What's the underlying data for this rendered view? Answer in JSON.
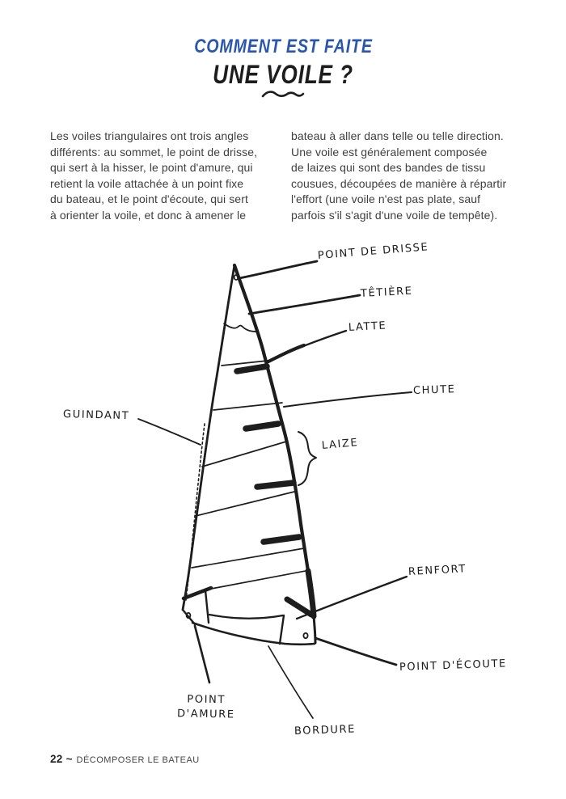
{
  "header": {
    "title_line1": "COMMENT EST FAITE",
    "title_line2": "UNE VOILE ?",
    "title_accent_color": "#2a57ae",
    "ink_color": "#1d1d1d"
  },
  "intro": {
    "col1_lines": [
      "Les voiles triangulaires ont trois angles",
      "différents: au sommet, le point de drisse,",
      "qui sert à la hisser, le point d'amure, qui",
      "retient la voile attachée à un point fixe",
      "du bateau, et le point d'écoute, qui sert",
      "à orienter la voile, et donc à amener le"
    ],
    "col2_lines": [
      "bateau à aller dans telle ou telle direction.",
      "Une voile est généralement composée",
      "de laizes qui sont des bandes de tissu",
      "cousues, découpées de manière à répartir",
      "l'effort (une voile n'est pas plate, sauf",
      "parfois s'il s'agit d'une voile de tempête)."
    ]
  },
  "diagram": {
    "ink_color": "#1d1d1d",
    "labels": {
      "point_de_drisse": "POINT DE DRISSE",
      "tetiere": "TÊTIÈRE",
      "latte": "LATTE",
      "chute": "CHUTE",
      "guindant": "GUINDANT",
      "laize": "LAIZE",
      "renfort": "RENFORT",
      "point_d_ecoute": "POINT D'ÉCOUTE",
      "point_d_amure_line1": "POINT",
      "point_d_amure_line2": "D'AMURE",
      "bordure": "BORDURE"
    }
  },
  "footer": {
    "page_number": "22",
    "separator": "~",
    "section_title": "DÉCOMPOSER LE BATEAU"
  }
}
